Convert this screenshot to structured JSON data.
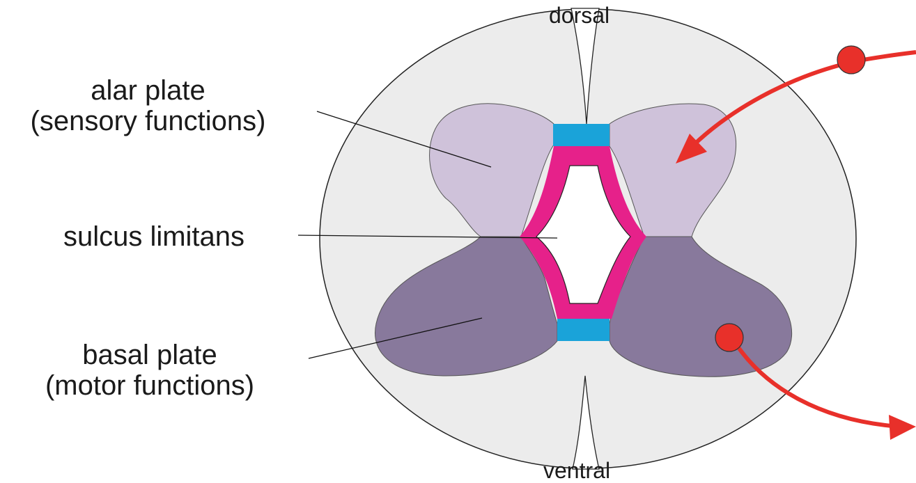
{
  "labels": {
    "dorsal": "dorsal",
    "ventral": "ventral",
    "alar_line1": "alar plate",
    "alar_line2": "(sensory functions)",
    "sulcus": "sulcus limitans",
    "basal_line1": "basal plate",
    "basal_line2": "(motor functions)"
  },
  "colors": {
    "outer_tissue": "#ececec",
    "alar_plate": "#cfc2da",
    "basal_plate": "#88799c",
    "ventricle_wall": "#e6218a",
    "roof_floor_plate": "#1aa3d9",
    "pathway_arrow": "#e8302a",
    "outline": "#222222"
  }
}
